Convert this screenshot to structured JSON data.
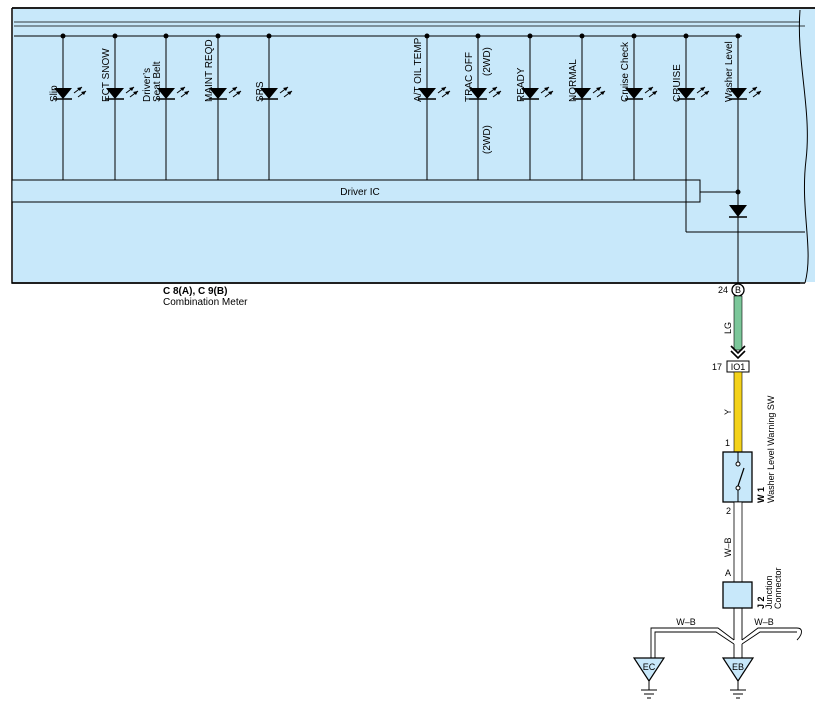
{
  "meter": {
    "indicators": [
      {
        "label": "Slip"
      },
      {
        "label": "ECT SNOW"
      },
      {
        "label": "Driver’s",
        "label2": "Seat Belt"
      },
      {
        "label": "MAINT REQD"
      },
      {
        "label": "SRS"
      },
      {
        "label": "A/T OIL TEMP"
      },
      {
        "label": "TRAC OFF",
        "note_top": "(2WD)",
        "note_bottom": "(2WD)"
      },
      {
        "label": "READY"
      },
      {
        "label": "NORMAL"
      },
      {
        "label": "Cruise Check"
      },
      {
        "label": "CRUISE"
      },
      {
        "label": "Washer Level"
      }
    ],
    "driver_ic": "Driver IC",
    "connector_codes": "C 8(A), C 9(B)",
    "name": "Combination Meter",
    "terminal_pin": "24",
    "terminal_letter": "B"
  },
  "wiring": {
    "wire_lg": "LG",
    "wire_y": "Y",
    "wire_wb": "W–B",
    "wire_wb_left": "W–B",
    "wire_wb_right": "W–B",
    "connector_pin": "17",
    "connector_id": "IO1"
  },
  "switch": {
    "pin_top": "1",
    "pin_bottom": "2",
    "code": "W 1",
    "name": "Washer Level Warning SW"
  },
  "junction": {
    "pin": "A",
    "code": "J 2",
    "name1": "Junction",
    "name2": "Connector"
  },
  "grounds": {
    "left": "EC",
    "right": "EB"
  },
  "colors": {
    "panel": "#c8e8fa",
    "wire_lg": "#7cc79a",
    "wire_y": "#f4d21a",
    "wire_wb": "#ffffff",
    "line": "#000000"
  }
}
